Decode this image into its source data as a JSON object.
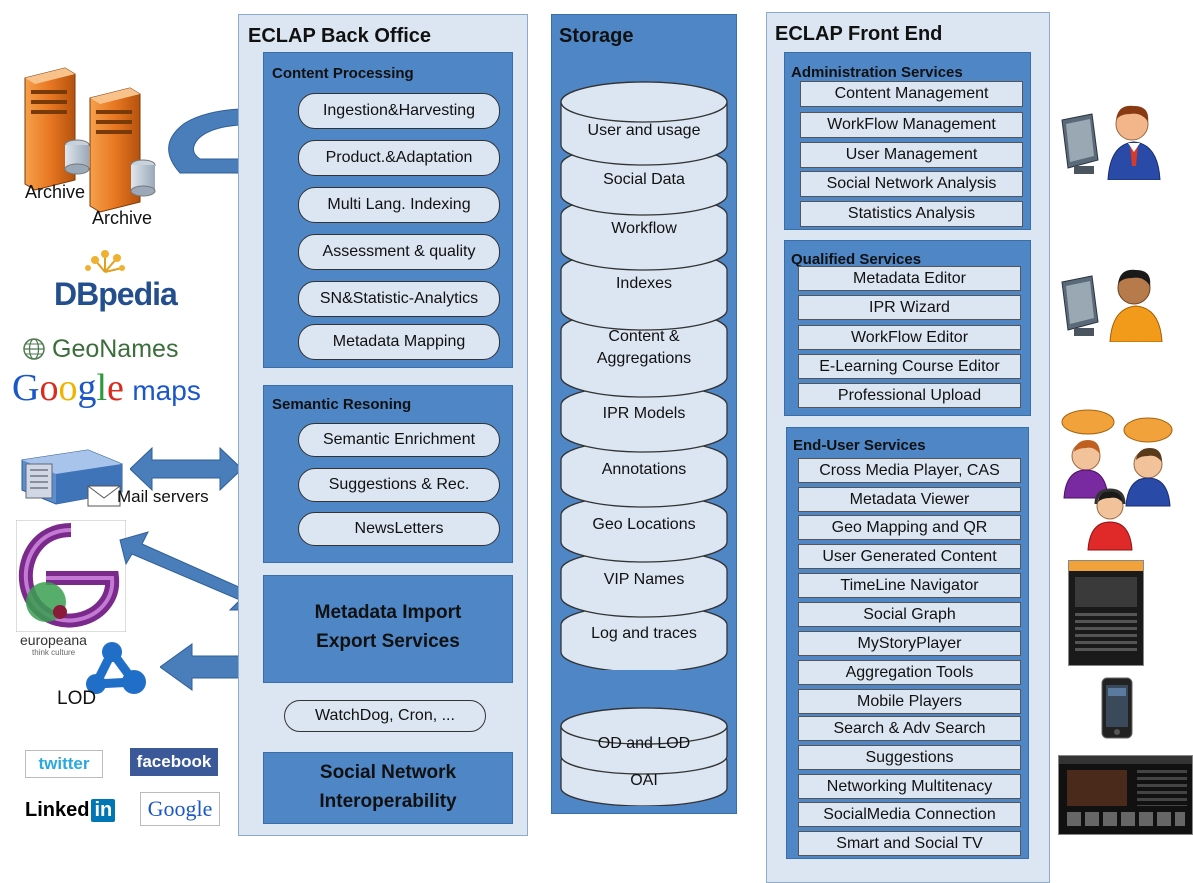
{
  "back_office": {
    "title": "ECLAP Back Office",
    "content_processing": {
      "title": "Content Processing",
      "items": [
        "Ingestion&Harvesting",
        "Product.&Adaptation",
        "Multi Lang. Indexing",
        "Assessment & quality",
        "SN&Statistic-Analytics",
        "Metadata Mapping"
      ]
    },
    "semantic": {
      "title": "Semantic Resoning",
      "items": [
        "Semantic Enrichment",
        "Suggestions & Rec.",
        "NewsLetters"
      ]
    },
    "metadata_import": {
      "line1": "Metadata Import",
      "line2": "Export Services"
    },
    "watchdog": "WatchDog, Cron, ...",
    "social_network": {
      "line1": "Social Network",
      "line2": "Interoperability"
    }
  },
  "storage": {
    "title": "Storage",
    "stack1": [
      "User and usage",
      "Social Data",
      "Workflow",
      "Indexes",
      "Content & Aggregations",
      "IPR Models",
      "Annotations",
      "Geo Locations",
      "VIP Names",
      "Log and traces"
    ],
    "stack2": [
      "OD and LOD",
      "OAI"
    ]
  },
  "front_end": {
    "title": "ECLAP Front End",
    "admin": {
      "title": "Administration Services",
      "items": [
        "Content Management",
        "WorkFlow Management",
        "User Management",
        "Social Network Analysis",
        "Statistics Analysis"
      ]
    },
    "qualified": {
      "title": "Qualified Services",
      "items": [
        "Metadata Editor",
        "IPR Wizard",
        "WorkFlow Editor",
        "E-Learning Course Editor",
        "Professional Upload"
      ]
    },
    "enduser": {
      "title": "End-User Services",
      "items": [
        "Cross Media Player, CAS",
        "Metadata Viewer",
        "Geo Mapping and QR",
        "User Generated Content",
        "TimeLine Navigator",
        "Social Graph",
        "MyStoryPlayer",
        "Aggregation Tools",
        "Mobile Players",
        "Search & Adv Search",
        "Suggestions",
        "Networking Multitenacy",
        "SocialMedia Connection",
        "Smart and Social TV"
      ]
    }
  },
  "left": {
    "archive1": "Archive",
    "archive2": "Archive",
    "dbpedia": "DBpedia",
    "geonames": "GeoNames",
    "google_maps_g": [
      "G",
      "o",
      "o",
      "g",
      "l",
      "e"
    ],
    "google_maps_suffix": "maps",
    "mail_servers": "Mail servers",
    "europeana": "europeana",
    "europeana_tag": "think culture",
    "lod": "LOD",
    "twitter": "twitter",
    "facebook": "facebook",
    "linkedin_a": "Linked",
    "linkedin_b": "in",
    "google": "Google"
  },
  "colors": {
    "panel": "#dce6f2",
    "box": "#4f86c6",
    "arrow": "#4a7ebb",
    "server": "#e87722"
  }
}
